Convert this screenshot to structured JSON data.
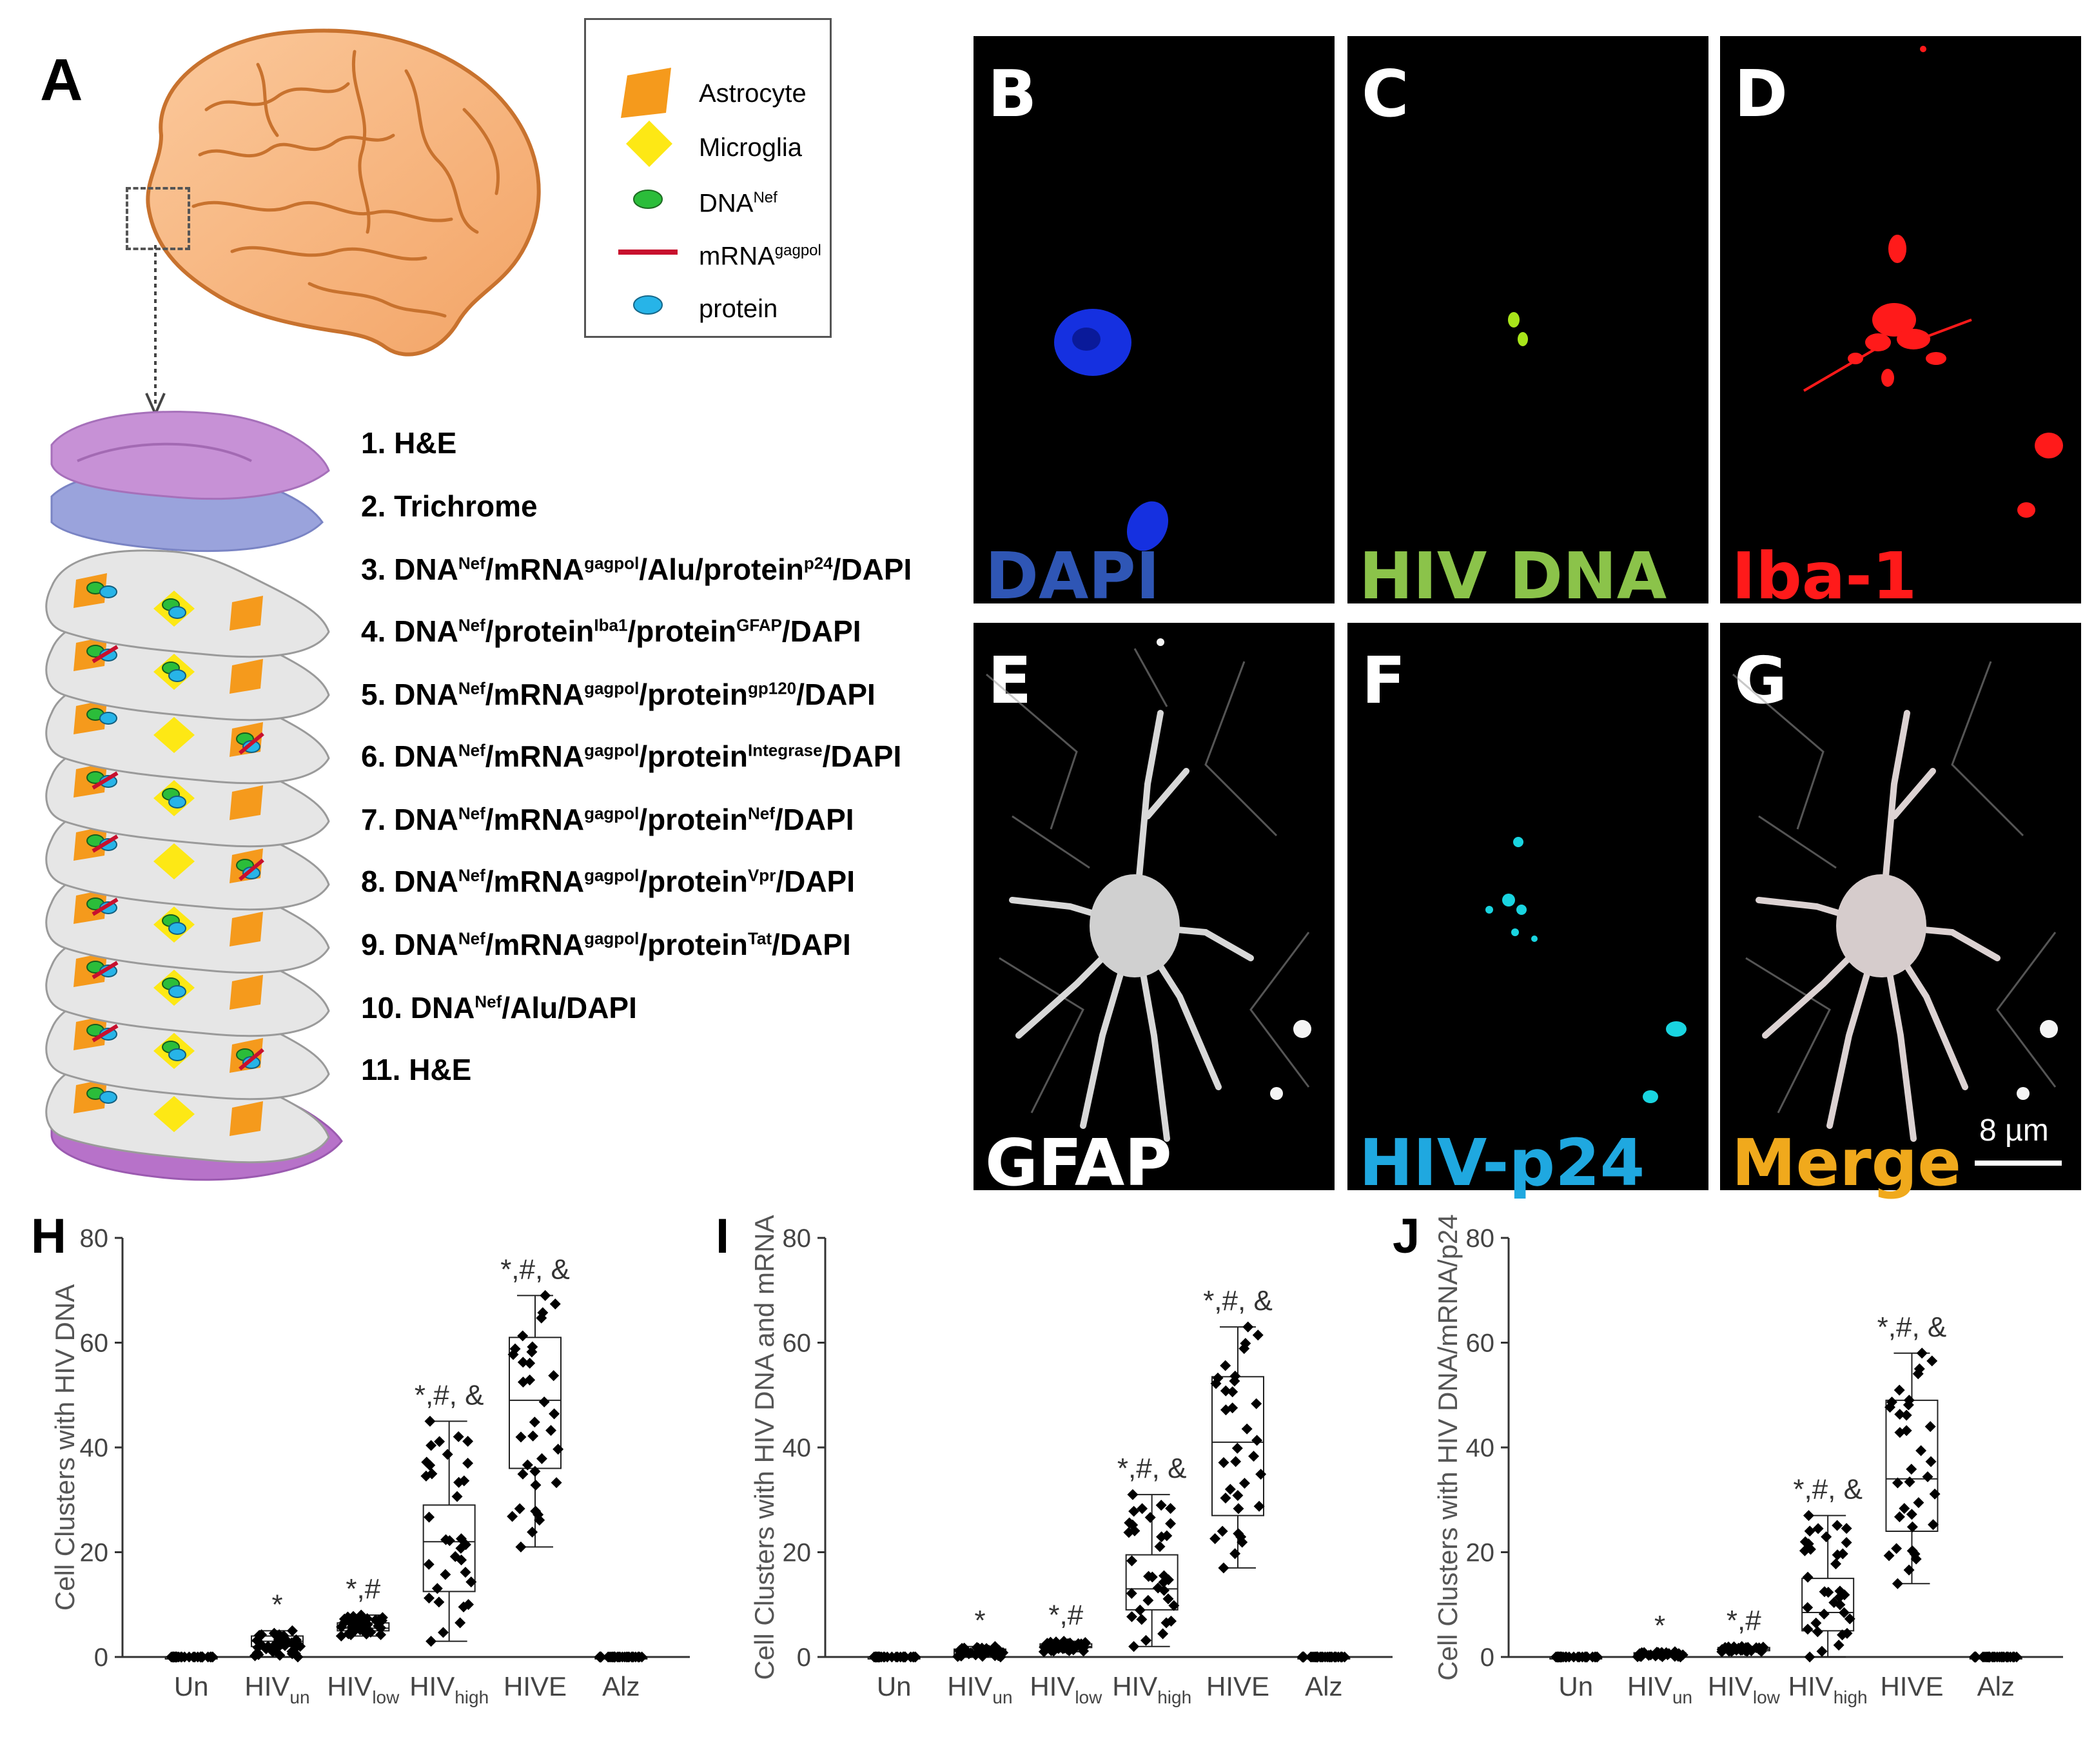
{
  "panel_letters": {
    "A": "A",
    "B": "B",
    "C": "C",
    "D": "D",
    "E": "E",
    "F": "F",
    "G": "G",
    "H": "H",
    "I": "I",
    "J": "J"
  },
  "legend": [
    {
      "label": "Astrocyte",
      "icon": "orange-parallelogram-icon",
      "color": "#f59a1c"
    },
    {
      "label": "Microglia",
      "icon": "yellow-diamond-icon",
      "color": "#fde815"
    },
    {
      "label": "DNA",
      "sup": "Nef",
      "icon": "green-oval-icon",
      "color": "#2bbd3a"
    },
    {
      "label": "mRNA",
      "sup": "gagpol",
      "icon": "red-line-icon",
      "color": "#c8102e"
    },
    {
      "label": "protein",
      "icon": "blue-oval-icon",
      "color": "#27b4e8"
    }
  ],
  "layers": [
    {
      "num": "1.",
      "parts": [
        {
          "t": "H&E"
        }
      ]
    },
    {
      "num": "2.",
      "parts": [
        {
          "t": "Trichrome"
        }
      ]
    },
    {
      "num": "3.",
      "parts": [
        {
          "t": "DNA"
        },
        {
          "s": "Nef"
        },
        {
          "t": "/mRNA"
        },
        {
          "s": "gagpol"
        },
        {
          "t": "/Alu/protein"
        },
        {
          "s": "p24"
        },
        {
          "t": "/DAPI"
        }
      ]
    },
    {
      "num": "4.",
      "parts": [
        {
          "t": "DNA"
        },
        {
          "s": "Nef"
        },
        {
          "t": "/protein"
        },
        {
          "s": "Iba1"
        },
        {
          "t": "/protein"
        },
        {
          "s": "GFAP"
        },
        {
          "t": "/DAPI"
        }
      ]
    },
    {
      "num": "5.",
      "parts": [
        {
          "t": "DNA"
        },
        {
          "s": "Nef"
        },
        {
          "t": "/mRNA"
        },
        {
          "s": "gagpol"
        },
        {
          "t": "/protein"
        },
        {
          "s": "gp120"
        },
        {
          "t": "/DAPI"
        }
      ]
    },
    {
      "num": "6.",
      "parts": [
        {
          "t": "DNA"
        },
        {
          "s": "Nef"
        },
        {
          "t": "/mRNA"
        },
        {
          "s": "gagpol"
        },
        {
          "t": "/protein"
        },
        {
          "s": "Integrase"
        },
        {
          "t": "/DAPI"
        }
      ]
    },
    {
      "num": "7.",
      "parts": [
        {
          "t": "DNA"
        },
        {
          "s": "Nef"
        },
        {
          "t": "/mRNA"
        },
        {
          "s": "gagpol"
        },
        {
          "t": "/protein"
        },
        {
          "s": "Nef"
        },
        {
          "t": "/DAPI"
        }
      ]
    },
    {
      "num": "8.",
      "parts": [
        {
          "t": "DNA"
        },
        {
          "s": "Nef"
        },
        {
          "t": "/mRNA"
        },
        {
          "s": "gagpol"
        },
        {
          "t": "/protein"
        },
        {
          "s": "Vpr"
        },
        {
          "t": "/DAPI"
        }
      ]
    },
    {
      "num": "9.",
      "parts": [
        {
          "t": "DNA"
        },
        {
          "s": "Nef"
        },
        {
          "t": "/mRNA"
        },
        {
          "s": "gagpol"
        },
        {
          "t": "/protein"
        },
        {
          "s": "Tat"
        },
        {
          "t": "/DAPI"
        }
      ]
    },
    {
      "num": "10.",
      "parts": [
        {
          "t": "DNA"
        },
        {
          "s": "Nef"
        },
        {
          "t": "/Alu/DAPI"
        }
      ]
    },
    {
      "num": "11.",
      "parts": [
        {
          "t": "H&E"
        }
      ]
    }
  ],
  "micrographs": {
    "B": {
      "label": "DAPI",
      "color": "#2f56b5"
    },
    "C": {
      "label": "HIV DNA",
      "color": "#8bc34a"
    },
    "D": {
      "label": "Iba-1",
      "color": "#ff1a1a"
    },
    "E": {
      "label": "GFAP",
      "color": "#ffffff"
    },
    "F": {
      "label": "HIV-p24",
      "color": "#1fa8e0"
    },
    "G": {
      "label": "Merge",
      "color": "#f0a91c"
    },
    "scale_bar": "8 µm"
  },
  "chart_data": [
    {
      "type": "box",
      "panel": "H",
      "ylabel": "Cell Clusters with HIV DNA",
      "ylim": [
        0,
        80
      ],
      "yticks": [
        0,
        20,
        40,
        60,
        80
      ],
      "categories": [
        {
          "main": "Un",
          "sub": ""
        },
        {
          "main": "HIV",
          "sub": "un"
        },
        {
          "main": "HIV",
          "sub": "low"
        },
        {
          "main": "HIV",
          "sub": "high"
        },
        {
          "main": "HIVE",
          "sub": ""
        },
        {
          "main": "Alz",
          "sub": ""
        }
      ],
      "boxes": [
        {
          "min": 0,
          "q1": 0,
          "median": 0,
          "q3": 0,
          "max": 0,
          "sig": ""
        },
        {
          "min": 0,
          "q1": 2,
          "median": 3,
          "q3": 4,
          "max": 5,
          "sig": "*"
        },
        {
          "min": 4,
          "q1": 5,
          "median": 5.5,
          "q3": 6.5,
          "max": 8,
          "sig": "*,#"
        },
        {
          "min": 3,
          "q1": 12.5,
          "median": 22,
          "q3": 29,
          "max": 45,
          "sig": "*,#, &"
        },
        {
          "min": 21,
          "q1": 36,
          "median": 49,
          "q3": 61,
          "max": 69,
          "sig": "*,#, &"
        },
        {
          "min": 0,
          "q1": 0,
          "median": 0,
          "q3": 0,
          "max": 0,
          "sig": ""
        }
      ]
    },
    {
      "type": "box",
      "panel": "I",
      "ylabel": "Cell Clusters with HIV DNA and mRNA",
      "ylim": [
        0,
        80
      ],
      "yticks": [
        0,
        20,
        40,
        60,
        80
      ],
      "categories": [
        {
          "main": "Un",
          "sub": ""
        },
        {
          "main": "HIV",
          "sub": "un"
        },
        {
          "main": "HIV",
          "sub": "low"
        },
        {
          "main": "HIV",
          "sub": "high"
        },
        {
          "main": "HIVE",
          "sub": ""
        },
        {
          "main": "Alz",
          "sub": ""
        }
      ],
      "boxes": [
        {
          "min": 0,
          "q1": 0,
          "median": 0,
          "q3": 0,
          "max": 0,
          "sig": ""
        },
        {
          "min": 0,
          "q1": 0.5,
          "median": 1,
          "q3": 1.5,
          "max": 2,
          "sig": "*"
        },
        {
          "min": 1,
          "q1": 1.8,
          "median": 2,
          "q3": 2.5,
          "max": 3,
          "sig": "*,#"
        },
        {
          "min": 2,
          "q1": 9,
          "median": 13,
          "q3": 19.5,
          "max": 31,
          "sig": "*,#, &"
        },
        {
          "min": 17,
          "q1": 27,
          "median": 41,
          "q3": 53.5,
          "max": 63,
          "sig": "*,#, &"
        },
        {
          "min": 0,
          "q1": 0,
          "median": 0,
          "q3": 0,
          "max": 0,
          "sig": ""
        }
      ]
    },
    {
      "type": "box",
      "panel": "J",
      "ylabel": "Cell Clusters with HIV DNA/mRNA/p24",
      "ylim": [
        0,
        80
      ],
      "yticks": [
        0,
        20,
        40,
        60,
        80
      ],
      "categories": [
        {
          "main": "Un",
          "sub": ""
        },
        {
          "main": "HIV",
          "sub": "un"
        },
        {
          "main": "HIV",
          "sub": "low"
        },
        {
          "main": "HIV",
          "sub": "high"
        },
        {
          "main": "HIVE",
          "sub": ""
        },
        {
          "main": "Alz",
          "sub": ""
        }
      ],
      "boxes": [
        {
          "min": 0,
          "q1": 0,
          "median": 0,
          "q3": 0,
          "max": 0,
          "sig": ""
        },
        {
          "min": 0,
          "q1": 0.3,
          "median": 0.5,
          "q3": 0.8,
          "max": 1,
          "sig": "*"
        },
        {
          "min": 1,
          "q1": 1.2,
          "median": 1.5,
          "q3": 1.8,
          "max": 2,
          "sig": "*,#"
        },
        {
          "min": 0,
          "q1": 5,
          "median": 8.5,
          "q3": 15,
          "max": 27,
          "sig": "*,#, &"
        },
        {
          "min": 14,
          "q1": 24,
          "median": 34,
          "q3": 49,
          "max": 58,
          "sig": "*,#, &"
        },
        {
          "min": 0,
          "q1": 0,
          "median": 0,
          "q3": 0,
          "max": 0,
          "sig": ""
        }
      ]
    }
  ]
}
